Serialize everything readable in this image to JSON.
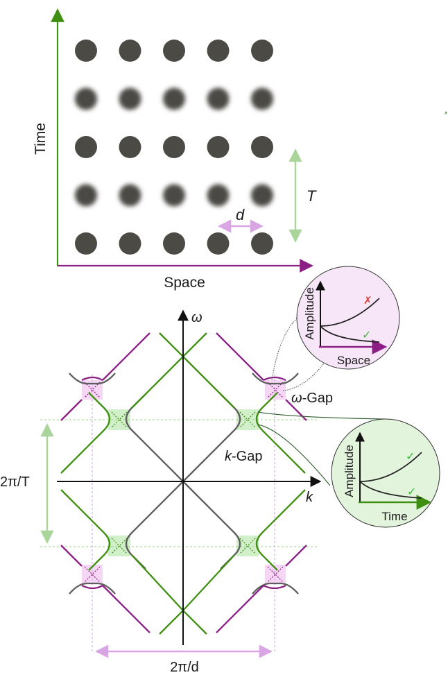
{
  "lattice": {
    "x_axis_label": "Space",
    "y_axis_label": "Time",
    "period_label": "T",
    "spacing_label": "d",
    "rows": [
      "sharp",
      "blurred",
      "sharp",
      "blurred",
      "sharp"
    ],
    "columns": 5
  },
  "dispersion": {
    "omega_axis": "ω",
    "k_axis": "k",
    "period_label": "2π/T",
    "spacing_label": "2π/d",
    "omega_gap_prefix": "ω",
    "omega_gap_suffix": "-Gap",
    "k_gap_prefix": "k",
    "k_gap_suffix": "-Gap"
  },
  "inset_space": {
    "y_label": "Amplitude",
    "x_label": "Space",
    "growing_mark": "✗",
    "decaying_mark": "✓"
  },
  "inset_time": {
    "y_label": "Amplitude",
    "x_label": "Time",
    "growing_mark": "✓",
    "decaying_mark": "✓"
  },
  "colors": {
    "green": "#3f8f12",
    "purple": "#8c1f86",
    "grey": "#5e5e5e",
    "dot": "#4b4a45",
    "light_purple": "#d9a5e3",
    "light_green": "#a9d49a",
    "inset_purple_fill": "#f7e6f7",
    "inset_green_fill": "#e3f4dc"
  }
}
